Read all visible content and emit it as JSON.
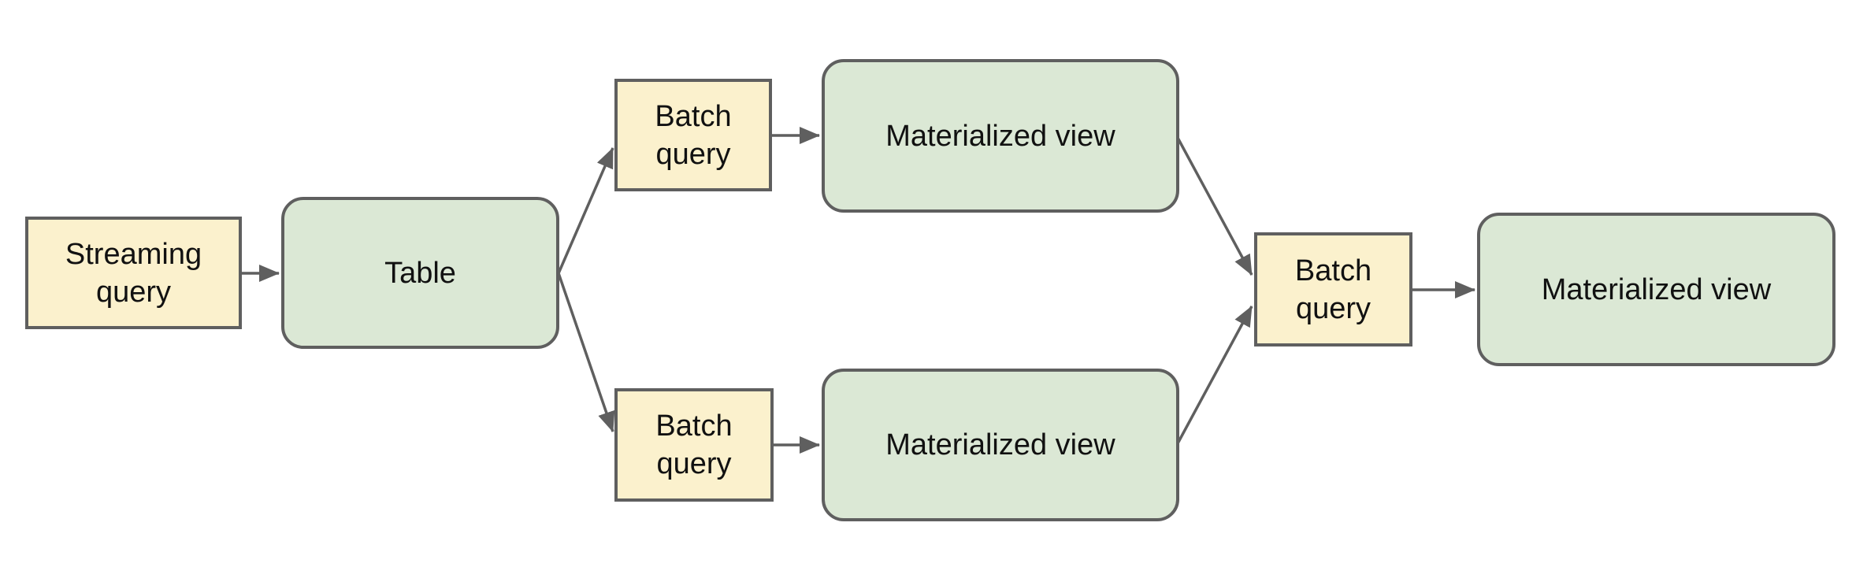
{
  "diagram": {
    "colors": {
      "background": "#ffffff",
      "query_box_fill": "#fbf1cd",
      "query_box_border": "#5f5f5f",
      "entity_box_fill": "#dbe8d5",
      "entity_box_border": "#5f5f5f",
      "arrow": "#5f5f5f",
      "text": "#111111"
    },
    "nodes": {
      "streaming_query": {
        "label": "Streaming query",
        "shape": "rectangle"
      },
      "table": {
        "label": "Table",
        "shape": "rounded-rectangle"
      },
      "batch_query_top": {
        "label": "Batch query",
        "shape": "rectangle"
      },
      "materialized_view_top": {
        "label": "Materialized view",
        "shape": "rounded-rectangle"
      },
      "batch_query_bottom": {
        "label": "Batch query",
        "shape": "rectangle"
      },
      "materialized_view_bottom": {
        "label": "Materialized view",
        "shape": "rounded-rectangle"
      },
      "batch_query_right": {
        "label": "Batch query",
        "shape": "rectangle"
      },
      "materialized_view_right": {
        "label": "Materialized view",
        "shape": "rounded-rectangle"
      }
    },
    "edges": [
      {
        "from": "streaming_query",
        "to": "table"
      },
      {
        "from": "table",
        "to": "batch_query_top"
      },
      {
        "from": "table",
        "to": "batch_query_bottom"
      },
      {
        "from": "batch_query_top",
        "to": "materialized_view_top"
      },
      {
        "from": "batch_query_bottom",
        "to": "materialized_view_bottom"
      },
      {
        "from": "materialized_view_top",
        "to": "batch_query_right"
      },
      {
        "from": "materialized_view_bottom",
        "to": "batch_query_right"
      },
      {
        "from": "batch_query_right",
        "to": "materialized_view_right"
      }
    ]
  }
}
